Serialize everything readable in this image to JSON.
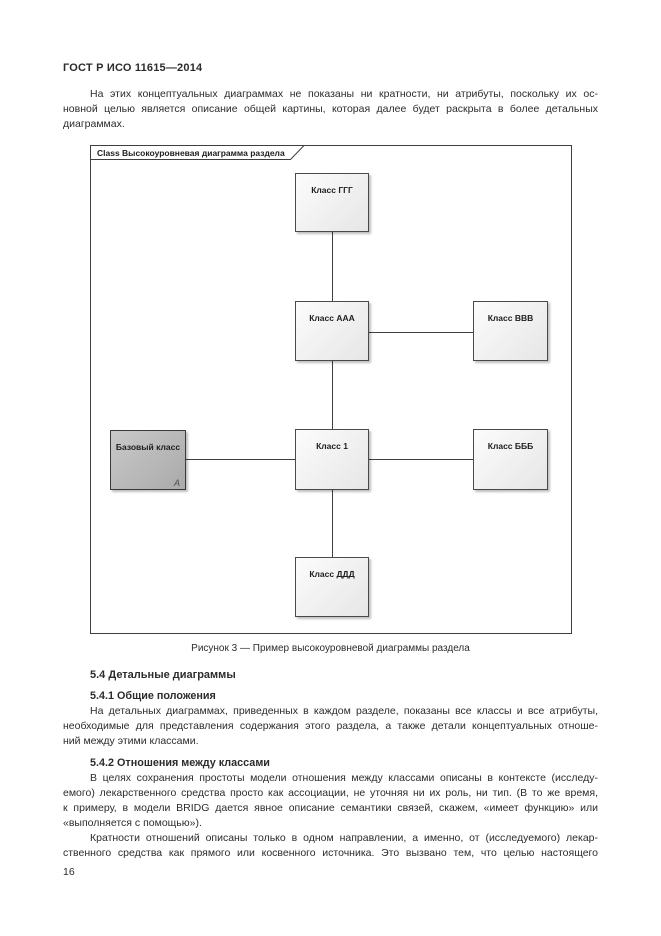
{
  "header": {
    "doc_code": "ГОСТ Р ИСО 11615—2014"
  },
  "intro": {
    "lines": [
      "На этих концептуальных диаграммах не показаны ни кратности, ни атрибуты, поскольку их ос-",
      "новной целью является описание общей картины, которая далее будет раскрыта в более детальных",
      "диаграммах."
    ]
  },
  "figure": {
    "frame_label": "Class Высокоуровневая диаграмма раздела",
    "caption": "Рисунок 3 — Пример высокоуровневой диаграммы раздела",
    "classes": {
      "ggg": "Класс ГГГ",
      "aaa": "Класс ААА",
      "vvv": "Класс ВВВ",
      "base": "Базовый класс",
      "k1": "Класс 1",
      "bbb": "Класс БББ",
      "ddd": "Класс ДДД"
    },
    "abstract_marker": "A",
    "relations": [
      [
        "Класс ГГГ",
        "Класс ААА"
      ],
      [
        "Класс ААА",
        "Класс ВВВ"
      ],
      [
        "Класс ААА",
        "Класс 1"
      ],
      [
        "Базовый класс",
        "Класс 1"
      ],
      [
        "Класс 1",
        "Класс БББ"
      ],
      [
        "Класс 1",
        "Класс ДДД"
      ]
    ],
    "colors": {
      "box_fill": "#e9e9e9",
      "base_box_fill": "#b9b9b9",
      "line": "#3f3f3f"
    }
  },
  "sections": {
    "s54_title": "5.4 Детальные диаграммы",
    "s541_title": "5.4.1 Общие положения",
    "s541_lines": [
      "На детальных диаграммах, приведенных в каждом разделе, показаны все классы и все атрибуты,",
      "необходимые для представления содержания этого раздела, а также детали концептуальных отноше-",
      "ний между этими классами."
    ],
    "s542_title": "5.4.2 Отношения между классами",
    "s542_p1_lines": [
      "В целях сохранения простоты модели отношения между классами описаны в контексте (исследу-",
      "емого) лекарственного средства просто как ассоциации, не уточняя ни их роль, ни тип. (В то же время,",
      "к примеру, в модели BRIDG дается явное описание семантики связей, скажем, «имеет функцию» или",
      "«выполняется с помощью»)."
    ],
    "s542_p2_lines": [
      "Кратности отношений описаны только в одном направлении, а именно, от (исследуемого) лекар-",
      "ственного средства как прямого или косвенного источника. Это вызвано тем, что целью настоящего"
    ]
  },
  "footer": {
    "page_number": "16"
  }
}
